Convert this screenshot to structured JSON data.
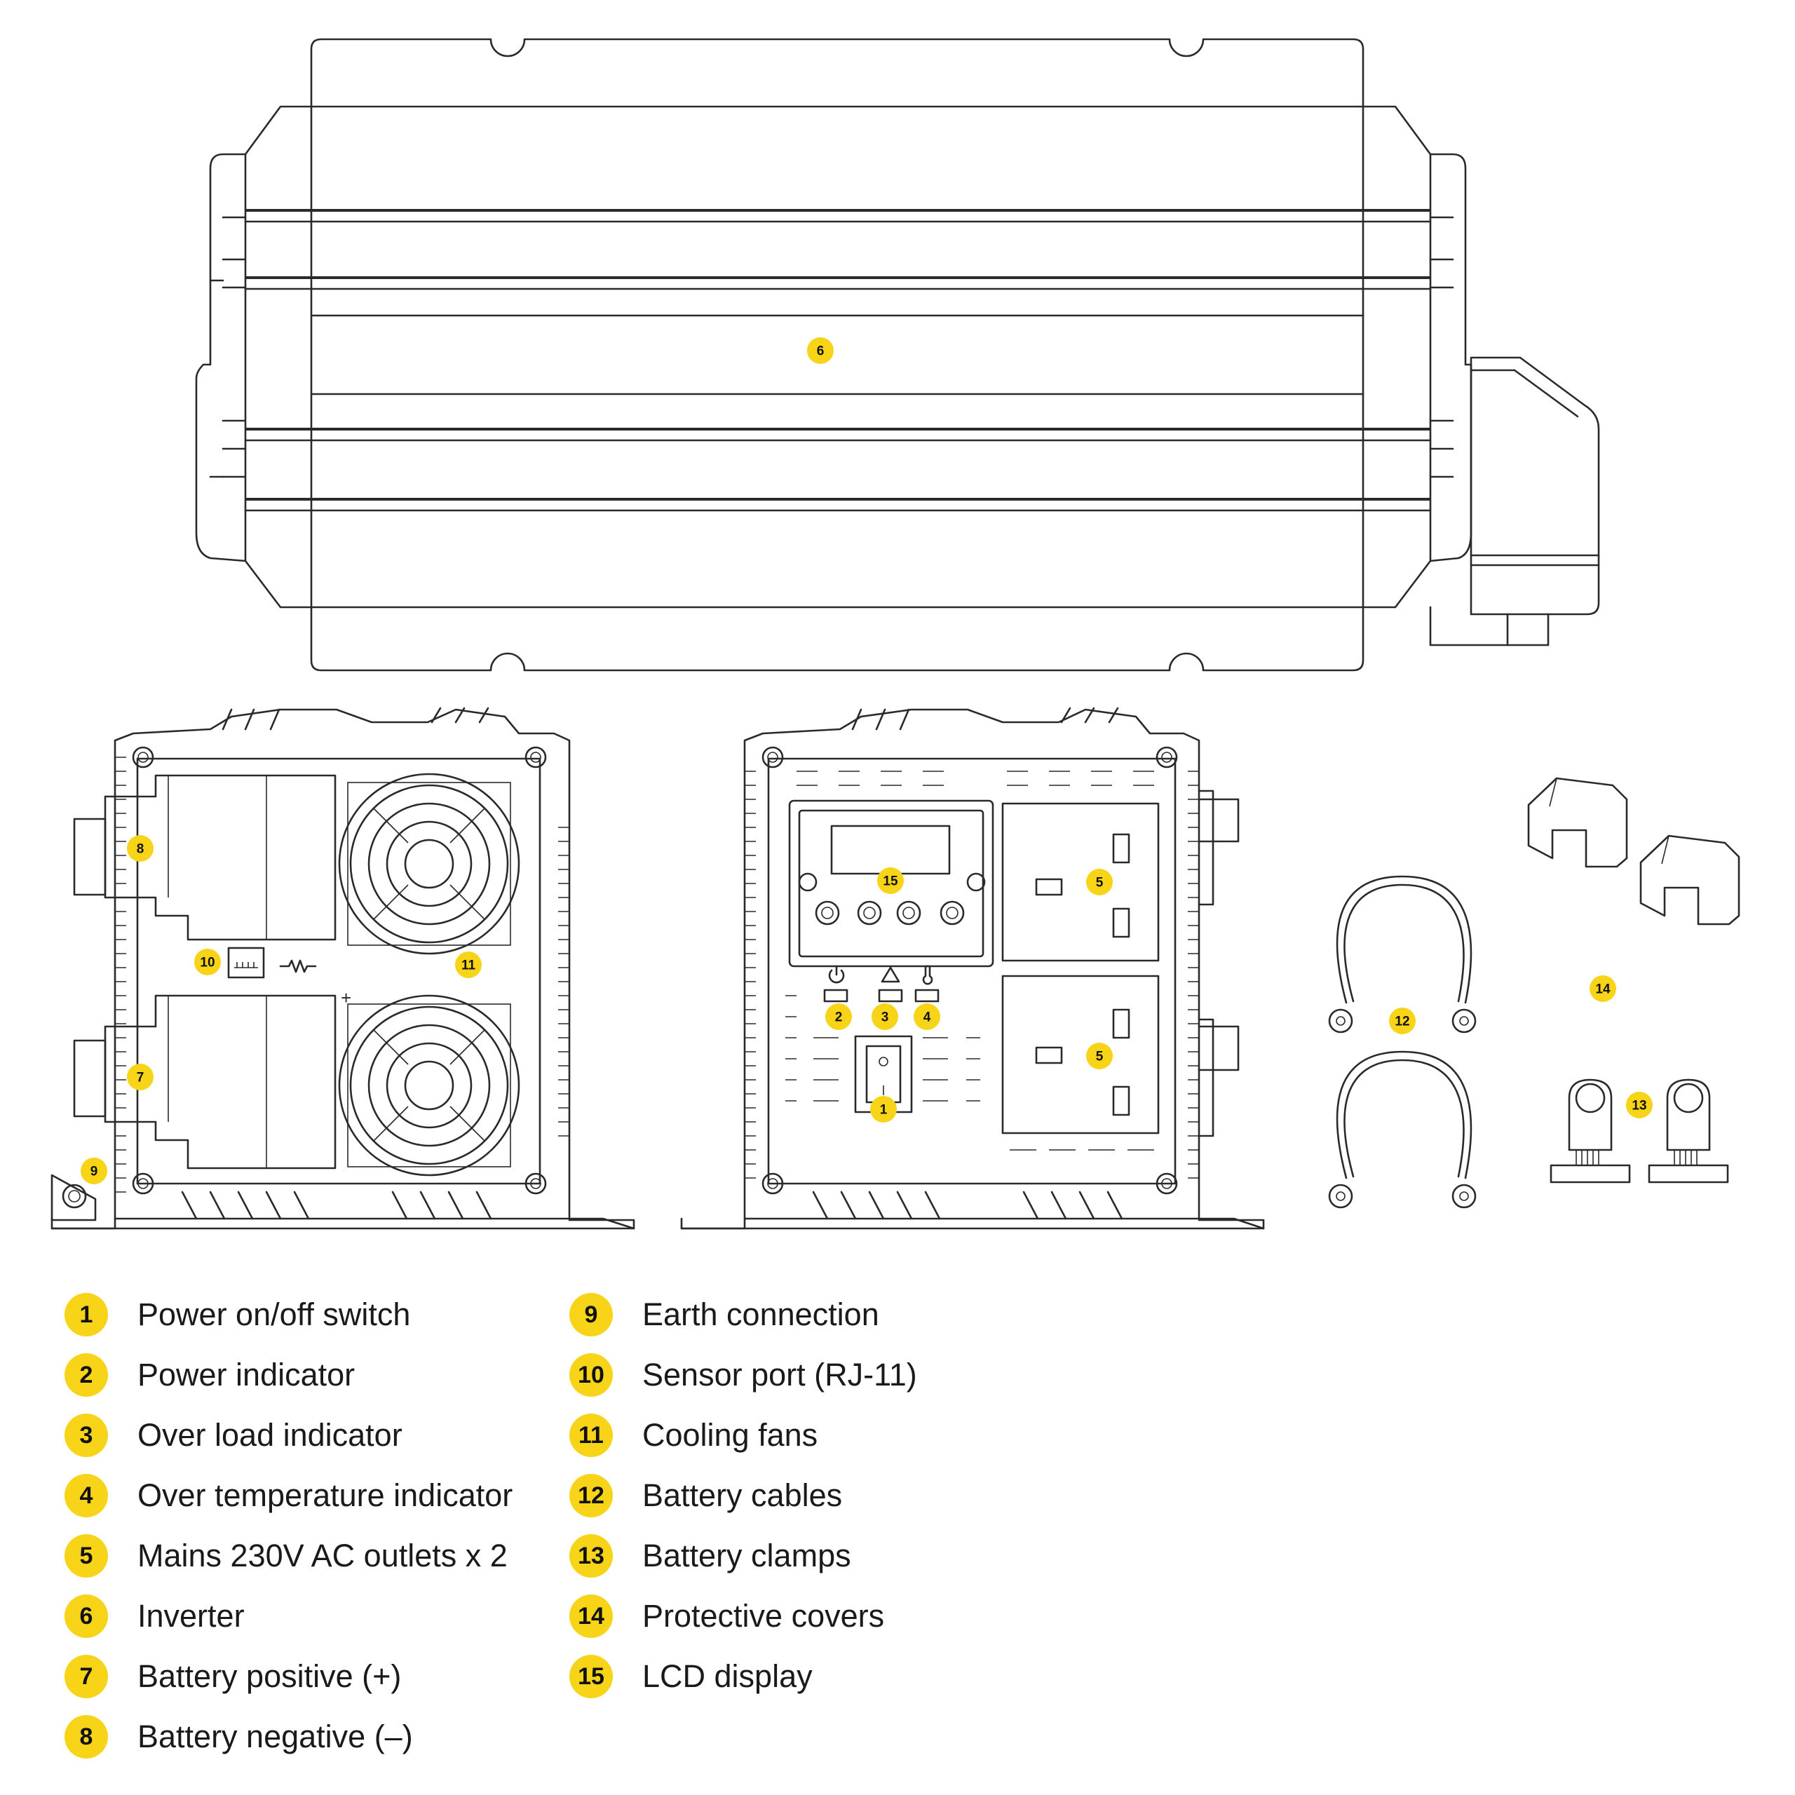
{
  "callouts": {
    "c1": "1",
    "c2": "2",
    "c3": "3",
    "c4": "4",
    "c5a": "5",
    "c5b": "5",
    "c6": "6",
    "c7": "7",
    "c8": "8",
    "c9": "9",
    "c10": "10",
    "c11": "11",
    "c12": "12",
    "c13": "13",
    "c14": "14",
    "c15": "15"
  },
  "symbols": {
    "plus": "+"
  },
  "legend": {
    "column1": [
      {
        "num": "1",
        "label": "Power on/off switch"
      },
      {
        "num": "2",
        "label": "Power indicator"
      },
      {
        "num": "3",
        "label": "Over load indicator"
      },
      {
        "num": "4",
        "label": "Over temperature indicator"
      },
      {
        "num": "5",
        "label": "Mains 230V AC outlets x 2"
      },
      {
        "num": "6",
        "label": "Inverter"
      },
      {
        "num": "7",
        "label": "Battery positive (+)"
      },
      {
        "num": "8",
        "label": "Battery negative (–)"
      }
    ],
    "column2": [
      {
        "num": "9",
        "label": "Earth connection"
      },
      {
        "num": "10",
        "label": "Sensor port (RJ-11)"
      },
      {
        "num": "11",
        "label": "Cooling fans"
      },
      {
        "num": "12",
        "label": "Battery cables"
      },
      {
        "num": "13",
        "label": "Battery clamps"
      },
      {
        "num": "14",
        "label": "Protective covers"
      },
      {
        "num": "15",
        "label": "LCD display"
      }
    ]
  },
  "colors": {
    "callout": "#f7d417",
    "line": "#2a2a2a",
    "text": "#1a1a1a"
  }
}
